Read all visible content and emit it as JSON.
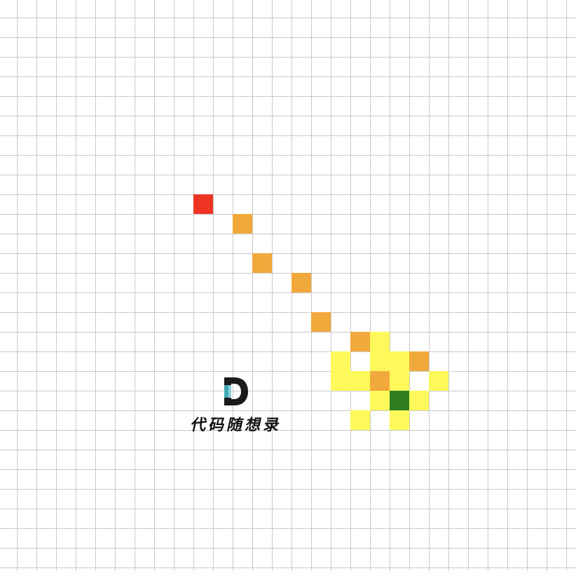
{
  "logo": {
    "text": "代码随想录",
    "mark": "D"
  },
  "colors": {
    "red": "#ee3524",
    "orange": "#f2a93b",
    "yellow": "#fdf95a",
    "green": "#2e7d1e",
    "grid_line": "#c9c9c9",
    "background": "#ffffff"
  },
  "cells": [
    {
      "col": 10,
      "row": 10,
      "color": "red"
    },
    {
      "col": 12,
      "row": 11,
      "color": "orange"
    },
    {
      "col": 13,
      "row": 13,
      "color": "orange"
    },
    {
      "col": 15,
      "row": 14,
      "color": "orange"
    },
    {
      "col": 16,
      "row": 16,
      "color": "orange"
    },
    {
      "col": 18,
      "row": 17,
      "color": "orange"
    },
    {
      "col": 19,
      "row": 17,
      "color": "yellow"
    },
    {
      "col": 17,
      "row": 18,
      "color": "yellow"
    },
    {
      "col": 19,
      "row": 18,
      "color": "yellow"
    },
    {
      "col": 20,
      "row": 18,
      "color": "yellow"
    },
    {
      "col": 21,
      "row": 18,
      "color": "orange"
    },
    {
      "col": 17,
      "row": 19,
      "color": "yellow"
    },
    {
      "col": 18,
      "row": 19,
      "color": "yellow"
    },
    {
      "col": 19,
      "row": 19,
      "color": "orange"
    },
    {
      "col": 20,
      "row": 19,
      "color": "yellow"
    },
    {
      "col": 22,
      "row": 19,
      "color": "yellow"
    },
    {
      "col": 19,
      "row": 20,
      "color": "yellow"
    },
    {
      "col": 20,
      "row": 20,
      "color": "green"
    },
    {
      "col": 21,
      "row": 20,
      "color": "yellow"
    },
    {
      "col": 18,
      "row": 21,
      "color": "yellow"
    },
    {
      "col": 20,
      "row": 21,
      "color": "yellow"
    }
  ]
}
